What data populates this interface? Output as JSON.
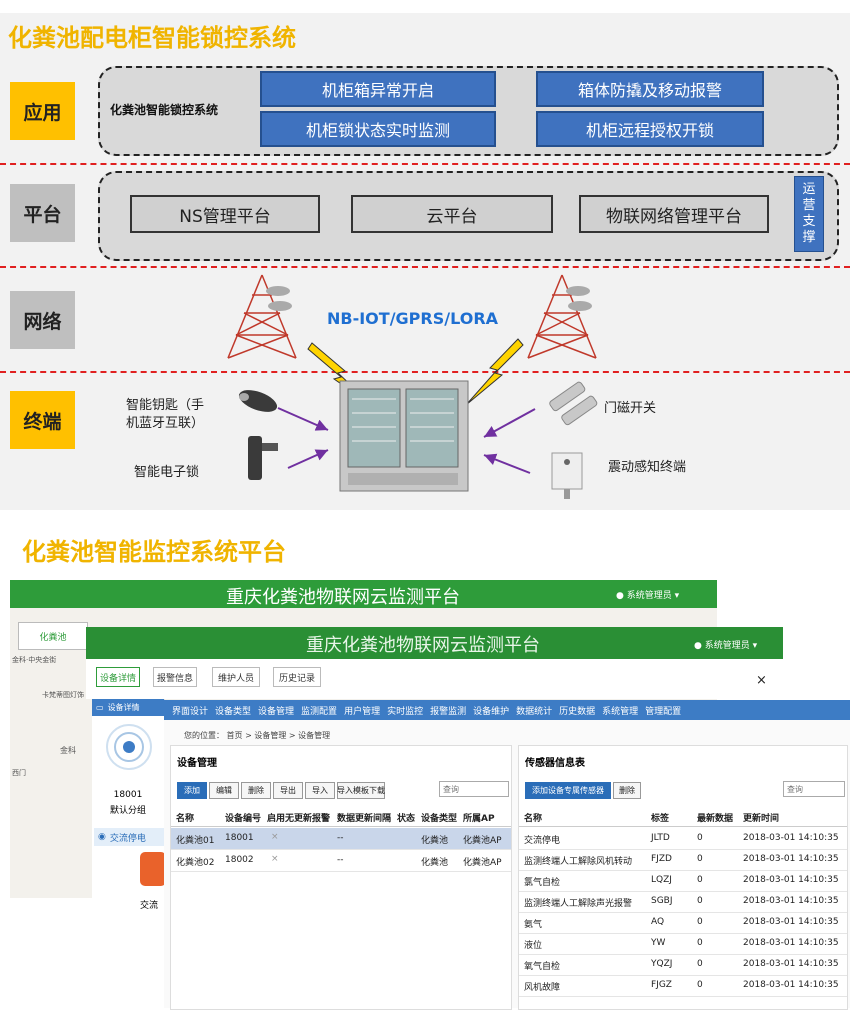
{
  "arch": {
    "title": "化粪池配电柜智能锁控系统",
    "layers": {
      "app": "应用",
      "platform": "平台",
      "network": "网络",
      "terminal": "终端"
    },
    "app_system_label": "化粪池智能锁控系统",
    "app_features": [
      "机柜箱异常开启",
      "箱体防撬及移动报警",
      "机柜锁状态实时监测",
      "机柜远程授权开锁"
    ],
    "platforms": [
      "NS管理平台",
      "云平台",
      "物联网络管理平台"
    ],
    "ops_support": [
      "运",
      "营",
      "支",
      "撑"
    ],
    "network_protocol": "NB-IOT/GPRS/LORA",
    "devices": {
      "smart_key": [
        "智能钥匙（手",
        "机蓝牙互联）"
      ],
      "smart_lock": "智能电子锁",
      "door_switch": "门磁开关",
      "vibration": "震动感知终端"
    }
  },
  "platform": {
    "title": "化粪池智能监控系统平台",
    "back_window": {
      "header": "重庆化粪池物联网云监测平台",
      "user": "系统管理员",
      "map_tab": "化粪池",
      "map_texts": [
        "金科·中央金街",
        "卡梵蒂图灯饰",
        "金科",
        "西门"
      ]
    },
    "front_window": {
      "header": "重庆化粪池物联网云监测平台",
      "user": "系统管理员",
      "tabs": [
        "设备详情",
        "报警信息",
        "维护人员",
        "历史记录"
      ],
      "close": "×"
    },
    "side_panel": {
      "title": "设备详情",
      "device_id": "18001",
      "group": "默认分组",
      "item": "交流停电",
      "icon_label": "交流"
    },
    "nav_items": [
      "界面设计",
      "设备类型",
      "设备管理",
      "监测配置",
      "用户管理",
      "实时监控",
      "报警监测",
      "设备维护",
      "数据统计",
      "历史数据",
      "系统管理",
      "管理配置"
    ],
    "breadcrumb": "您的位置： 首页 > 设备管理 > 设备管理",
    "device_mgmt": {
      "title": "设备管理",
      "buttons": [
        "添加",
        "编辑",
        "删除",
        "导出",
        "导入",
        "导入模板下载"
      ],
      "search_placeholder": "查询",
      "columns": [
        "名称",
        "设备编号",
        "启用无更新报警",
        "数据更新间隔",
        "状态",
        "设备类型",
        "所属AP"
      ],
      "rows": [
        {
          "name": "化粪池01",
          "id": "18001",
          "alarm": "×",
          "interval": "--",
          "status": "",
          "type": "化粪池",
          "ap": "化粪池AP"
        },
        {
          "name": "化粪池02",
          "id": "18002",
          "alarm": "×",
          "interval": "--",
          "status": "",
          "type": "化粪池",
          "ap": "化粪池AP"
        }
      ]
    },
    "sensor_table": {
      "title": "传感器信息表",
      "add_button": "添加设备专属传感器",
      "delete_button": "删除",
      "search_placeholder": "查询",
      "columns": [
        "名称",
        "标签",
        "最新数据",
        "更新时间"
      ],
      "rows": [
        {
          "name": "交流停电",
          "tag": "JLTD",
          "value": "0",
          "time": "2018-03-01 14:10:35"
        },
        {
          "name": "监测终端人工解除风机转动",
          "tag": "FJZD",
          "value": "0",
          "time": "2018-03-01 14:10:35"
        },
        {
          "name": "氯气自检",
          "tag": "LQZJ",
          "value": "0",
          "time": "2018-03-01 14:10:35"
        },
        {
          "name": "监测终端人工解除声光报警",
          "tag": "SGBJ",
          "value": "0",
          "time": "2018-03-01 14:10:35"
        },
        {
          "name": "氨气",
          "tag": "AQ",
          "value": "0",
          "time": "2018-03-01 14:10:35"
        },
        {
          "name": "液位",
          "tag": "YW",
          "value": "0",
          "time": "2018-03-01 14:10:35"
        },
        {
          "name": "氧气自检",
          "tag": "YQZJ",
          "value": "0",
          "time": "2018-03-01 14:10:35"
        },
        {
          "name": "风机故障",
          "tag": "FJGZ",
          "value": "0",
          "time": "2018-03-01 14:10:35"
        }
      ]
    }
  },
  "colors": {
    "title_yellow": "#f0b400",
    "layer_yellow": "#ffc000",
    "blue": "#3f72bf",
    "green": "#2e9c3a",
    "red_dash": "#e02020",
    "nav_blue": "#3d7cc5"
  }
}
